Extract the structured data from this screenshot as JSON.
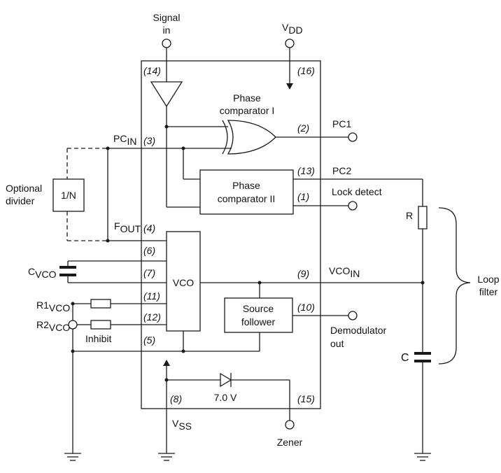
{
  "labels": {
    "signal_in_line1": "Signal",
    "signal_in_line2": "in",
    "vdd_main": "V",
    "vdd_sub": "DD",
    "phase_comp1_line1": "Phase",
    "phase_comp1_line2": "comparator I",
    "pc1": "PC1",
    "pcin_main": "PC",
    "pcin_sub": "IN",
    "pc2": "PC2",
    "optional_divider_line1": "Optional",
    "optional_divider_line2": "divider",
    "divider_box": "1/N",
    "phase_comp2_line1": "Phase",
    "phase_comp2_line2": "comparator II",
    "lock_detect": "Lock detect",
    "fout_main": "F",
    "fout_sub": "OUT",
    "r": "R",
    "cvco_main": "C",
    "cvco_sub": "VCO",
    "vco": "VCO",
    "vcoin_main": "VCO",
    "vcoin_sub": "IN",
    "loop_filter_line1": "Loop",
    "loop_filter_line2": "filter",
    "r1vco_main": "R1",
    "r1vco_sub": "VCO",
    "r2vco_main": "R2",
    "r2vco_sub": "VCO",
    "source_follower_line1": "Source",
    "source_follower_line2": "follower",
    "demod_line1": "Demodulator",
    "demod_line2": "out",
    "inhibit": "Inhibit",
    "c": "C",
    "zener_voltage": "7.0 V",
    "vss_main": "V",
    "vss_sub": "SS",
    "zener": "Zener"
  },
  "pins": {
    "p14": "(14)",
    "p16": "(16)",
    "p2": "(2)",
    "p3": "(3)",
    "p13": "(13)",
    "p1": "(1)",
    "p4": "(4)",
    "p6": "(6)",
    "p7": "(7)",
    "p9": "(9)",
    "p11": "(11)",
    "p10": "(10)",
    "p12": "(12)",
    "p5": "(5)",
    "p8": "(8)",
    "p15": "(15)"
  }
}
